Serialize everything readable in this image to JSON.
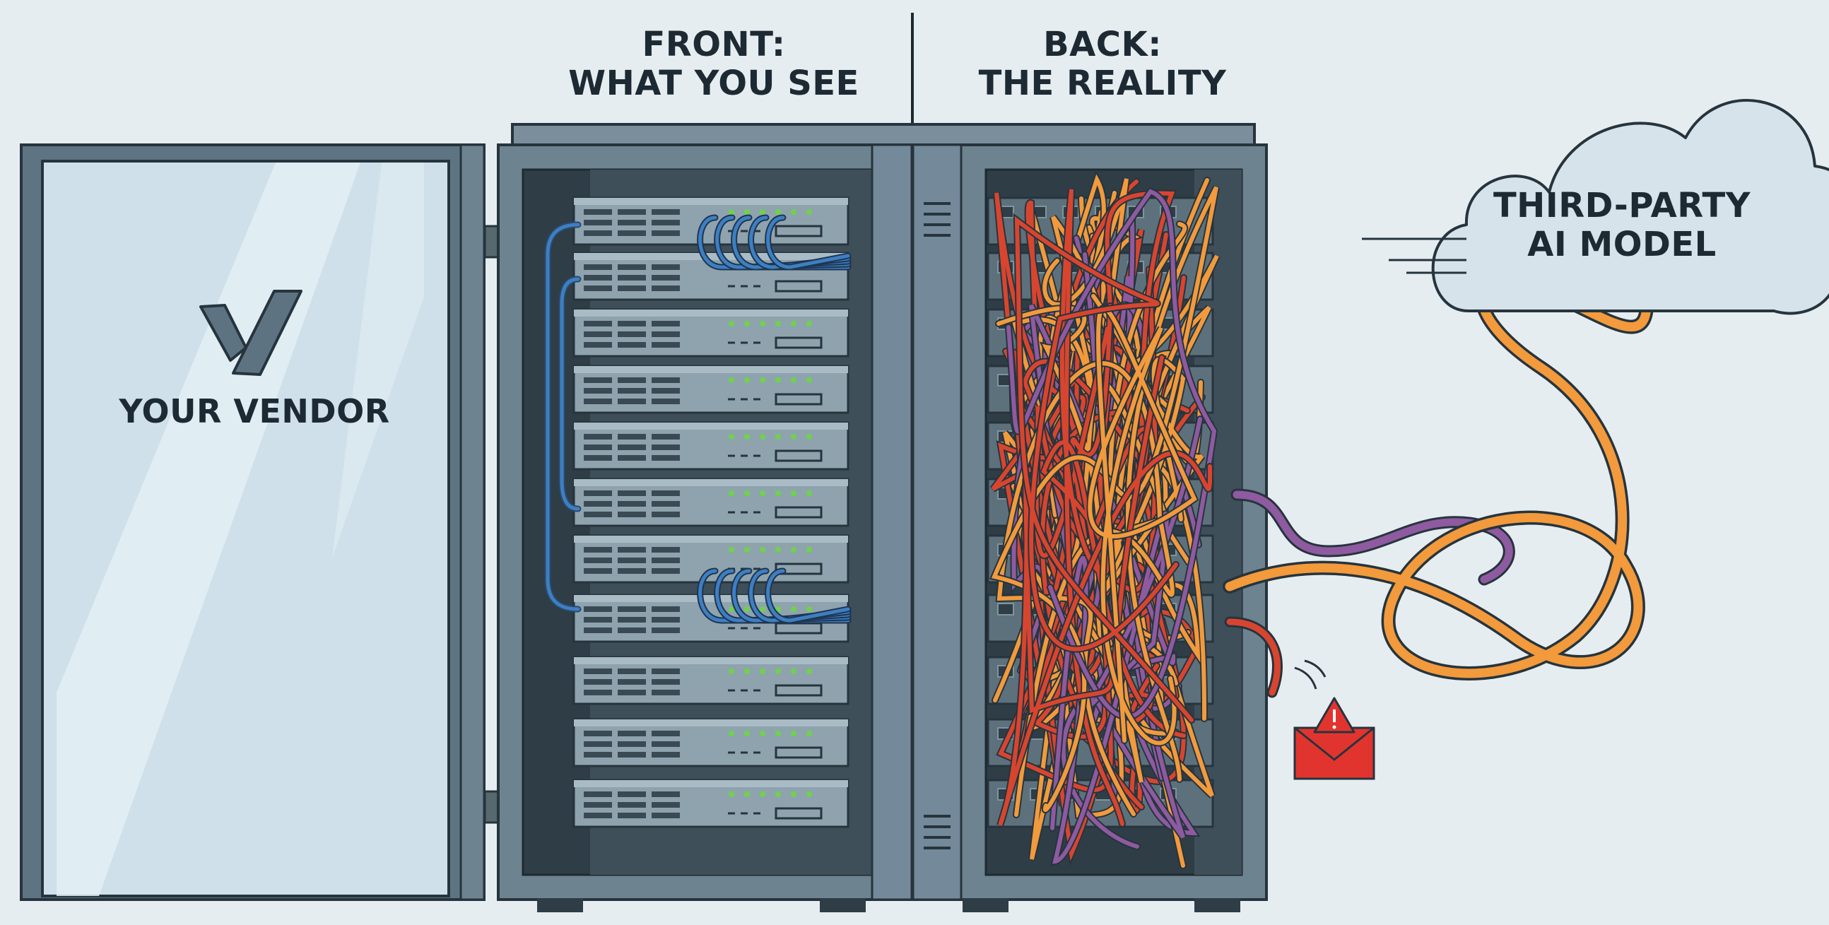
{
  "front": {
    "line1": "FRONT:",
    "line2": "WHAT YOU SEE"
  },
  "back": {
    "line1": "BACK:",
    "line2": "THE REALITY"
  },
  "vendor": {
    "name": "YOUR VENDOR",
    "logo_icon": "vendor-logo-icon"
  },
  "cloud": {
    "line1": "THIRD-PARTY",
    "line2": "AI MODEL",
    "icon": "cloud-icon"
  },
  "alert": {
    "icon": "warning-envelope-icon"
  },
  "colors": {
    "background": "#e6edf1",
    "rack": "#6d8390",
    "rack_dark": "#2f3d46",
    "glass": "#cfe0ea",
    "blue_cable": "#3d7fc2",
    "red_cable": "#d8452f",
    "orange_cable": "#f29a3c",
    "purple_cable": "#8e5aa0",
    "led": "#6fd24a",
    "alert": "#e2342f"
  }
}
